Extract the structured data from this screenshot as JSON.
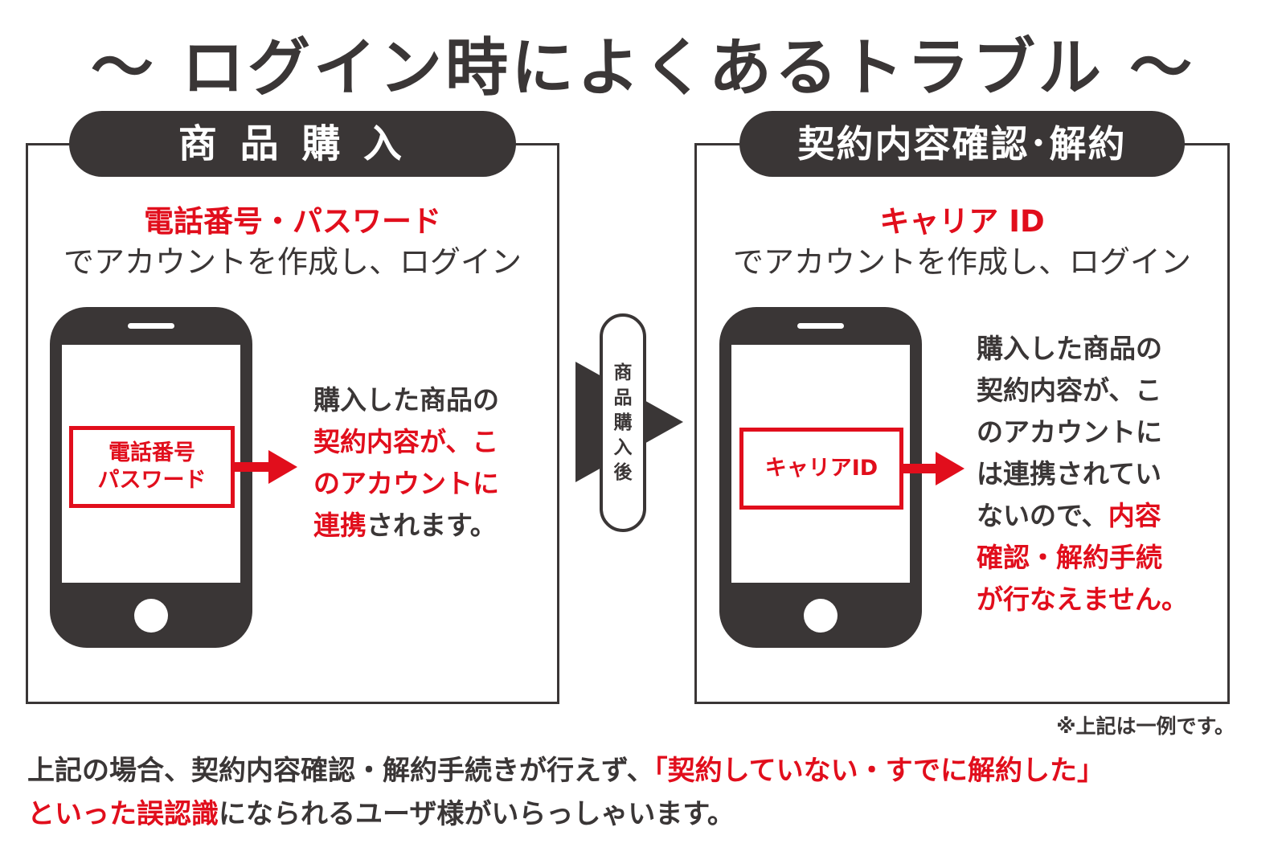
{
  "title": "〜 ログイン時によくあるトラブル 〜",
  "left_panel": {
    "header": "商 品 購 入",
    "desc_red": "電話番号・パスワード",
    "desc": "でアカウントを作成し、ログイン",
    "screen_box": [
      "電話番号",
      "パスワード"
    ],
    "side_text": {
      "line1": "購入した商品の",
      "line2_red": "契約内容が、こ",
      "line3_red": "のアカウントに",
      "line4_red": "連携",
      "line4_tail": "されます。"
    }
  },
  "middle": {
    "label_chars": [
      "商",
      "品",
      "購",
      "入",
      "後"
    ]
  },
  "right_panel": {
    "header": "契約内容確認･解約",
    "desc_red": "キャリア ID",
    "desc": "でアカウントを作成し、ログイン",
    "screen_box": "キャリアID",
    "side_text": {
      "line1": "購入した商品の",
      "line2": "契約内容が、こ",
      "line3": "のアカウントに",
      "line4": "は連携されてい",
      "line5_head": "ないので、",
      "line5_red": "内容",
      "line6_red": "確認・解約手続",
      "line7_red": "が行なえません。"
    }
  },
  "note": "※上記は一例です。",
  "bottom": {
    "line1_head": "上記の場合、契約内容確認・解約手続きが行えず、",
    "line1_red": "「契約していない・すでに解約した」",
    "line2_red": "といった誤認識",
    "line2_tail": "になられるユーザ様がいらっしゃいます。"
  },
  "colors": {
    "accent": "#e10e1c",
    "dark": "#3a3636"
  }
}
